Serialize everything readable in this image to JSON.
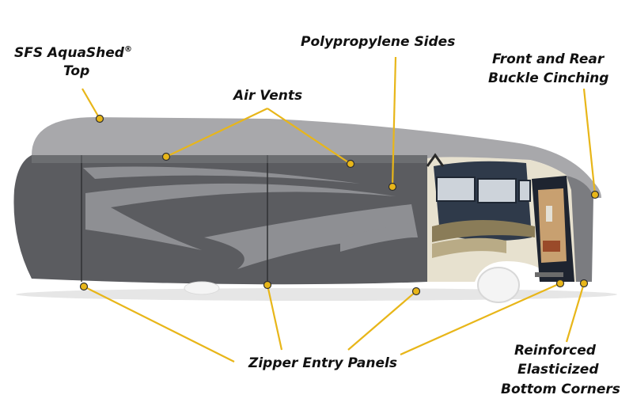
{
  "labels": {
    "top_line1": "SFS AquaShed",
    "top_reg": "®",
    "top_line2": "Top",
    "air_vents": "Air Vents",
    "poly_sides": "Polypropylene Sides",
    "buckle_line1": "Front and Rear",
    "buckle_line2": "Buckle Cinching",
    "zipper": "Zipper Entry Panels",
    "corners_line1": "Reinforced",
    "corners_line2": "Elasticized",
    "corners_line3": "Bottom Corners"
  },
  "colors": {
    "callout": "#e8b619",
    "cover_top": "#a8a8ab",
    "cover_side": "#5b5c60",
    "swoosh": "#8e8f93",
    "cab_dark": "#2f3a4a",
    "cab_body": "#e7e1cf"
  }
}
